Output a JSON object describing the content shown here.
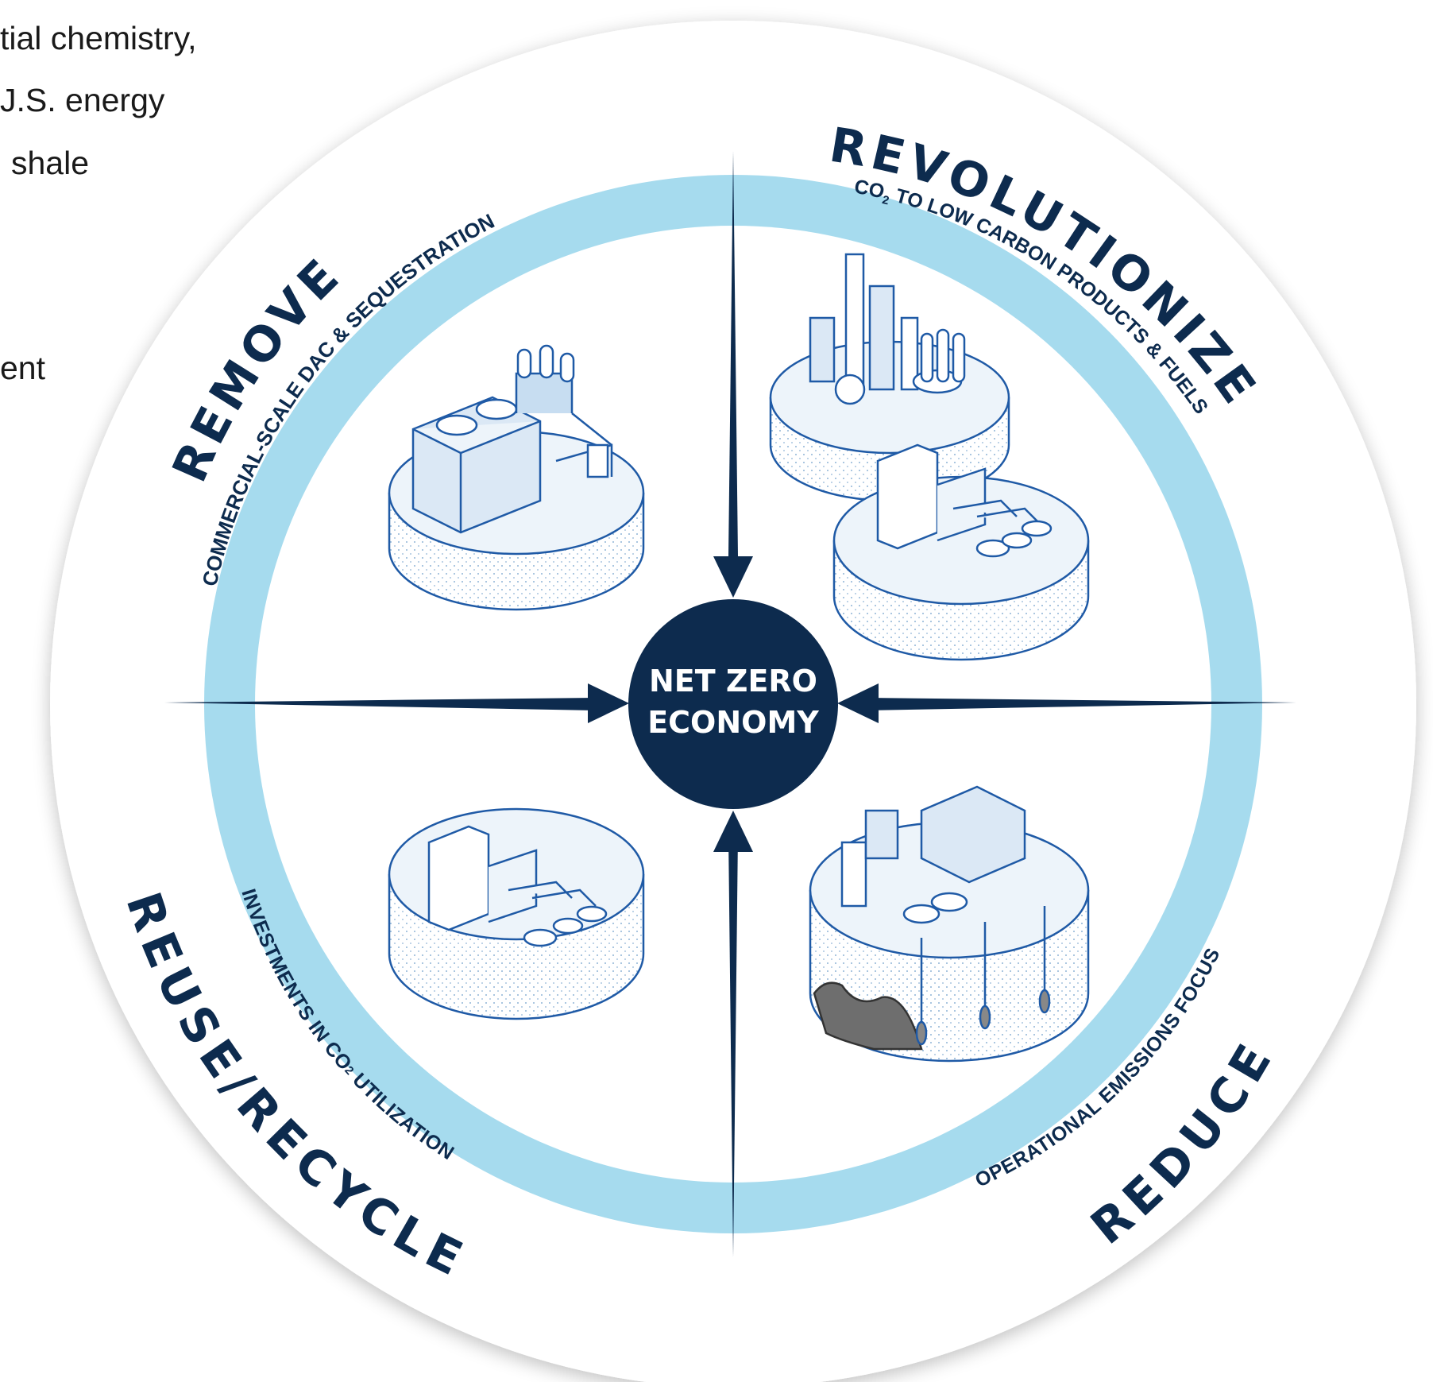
{
  "intro_text": {
    "lines": [
      "tial chemistry,",
      "J.S. energy",
      "shale",
      "ent"
    ]
  },
  "center": {
    "line1": "NET ZERO",
    "line2": "ECONOMY"
  },
  "quadrants": {
    "remove": {
      "title": "REMOVE",
      "focus": "COMMERCIAL-SCALE DAC & SEQUESTRATION"
    },
    "revolutionize": {
      "title": "REVOLUTIONIZE",
      "focus_pre": "CO",
      "focus_sub": "2",
      "focus_post": " TO LOW CARBON PRODUCTS & FUELS"
    },
    "reuse": {
      "title": "REUSE/RECYCLE",
      "focus_pre": "INVESTMENTS IN CO",
      "focus_sub": "2",
      "focus_post": " UTILIZATION"
    },
    "reduce": {
      "title": "REDUCE",
      "focus": "OPERATIONAL EMISSIONS FOCUS"
    }
  },
  "colors": {
    "navy": "#0d2b4e",
    "band": "#a6dbee",
    "outline": "#1f5aa6",
    "platform_fill": "#edf4fa"
  },
  "icons": [
    "dac-facility-icon",
    "refinery-icon",
    "factory-icon",
    "co2-utilization-plant-icon",
    "emissions-facility-icon"
  ]
}
